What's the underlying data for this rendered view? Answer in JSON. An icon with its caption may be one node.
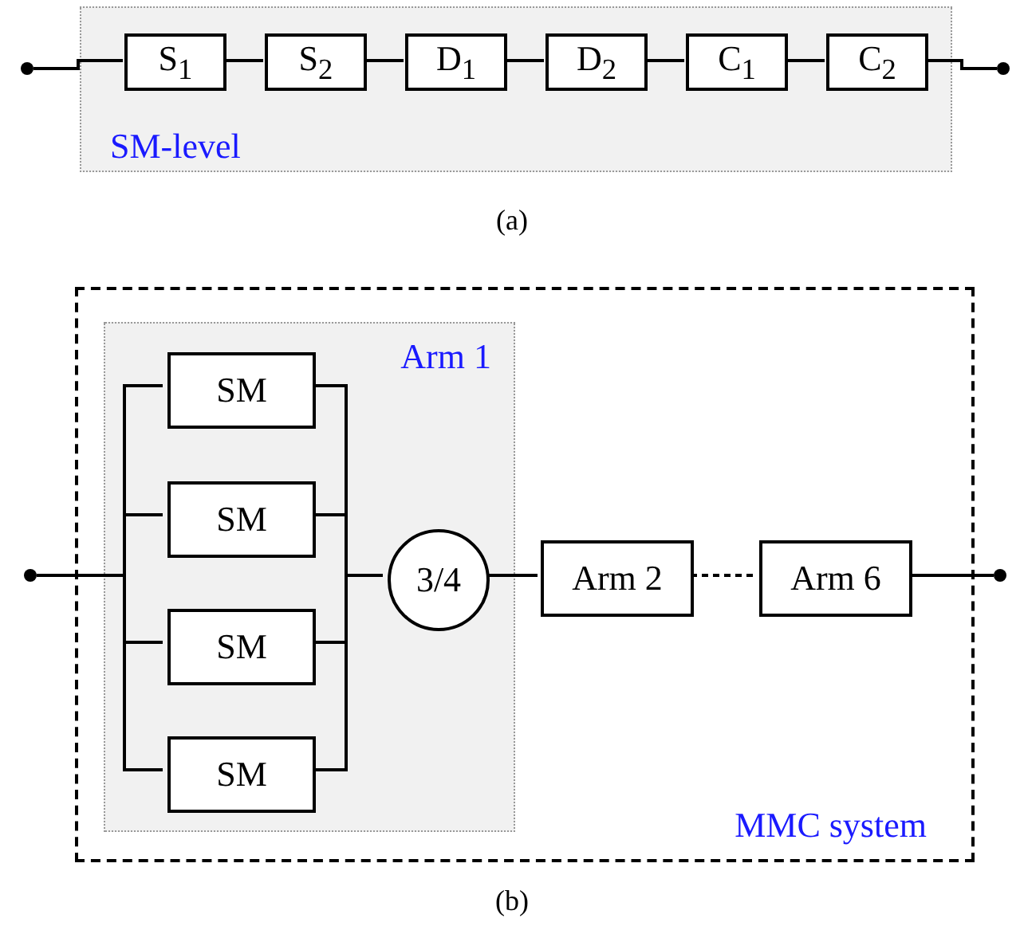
{
  "diagram": {
    "nodes": [
      {
        "text": [],
        "shape": "circle"
      },
      {
        "text": [
          "SM-level"
        ]
      },
      {
        "text": [
          "S$_{1}$"
        ],
        "in": 1
      },
      {
        "text": [
          "S$_{2}$"
        ],
        "in": 1
      },
      {
        "text": [
          "D$_{1}$"
        ],
        "in": 1
      },
      {
        "text": [
          "D$_{2}$"
        ],
        "in": 1
      },
      {
        "text": [
          "C$_{1}$"
        ],
        "in": 1
      },
      {
        "text": [
          "C$_{2}$"
        ],
        "in": 1
      },
      {
        "text": [],
        "shape": "circle"
      },
      {
        "text": [
          "MMC system"
        ]
      },
      {
        "text": [],
        "shape": "circle"
      },
      {
        "text": [
          "Arm 1"
        ],
        "in": 9
      },
      {
        "text": [
          "SM"
        ],
        "in": 11
      },
      {
        "text": [
          "SM"
        ],
        "in": 11
      },
      {
        "text": [
          "SM"
        ],
        "in": 11
      },
      {
        "text": [
          "SM"
        ],
        "in": 11
      },
      {
        "text": [
          "3/4"
        ],
        "in": 11
      },
      {
        "text": [
          "Arm 2"
        ],
        "in": 9
      },
      {
        "text": [
          "Arm 6"
        ],
        "in": 9
      },
      {
        "text": [],
        "shape": "circle"
      }
    ],
    "edges": [
      {
        "from": 0,
        "to": 2,
        "arrow": "none"
      },
      {
        "from": 2,
        "to": 3,
        "arrow": "none"
      },
      {
        "from": 3,
        "to": 4,
        "arrow": "none"
      },
      {
        "from": 4,
        "to": 5,
        "arrow": "none"
      },
      {
        "from": 5,
        "to": 6,
        "arrow": "none"
      },
      {
        "from": 6,
        "to": 7,
        "arrow": "none"
      },
      {
        "from": 7,
        "to": 8,
        "arrow": "none"
      },
      {
        "from": 10,
        "to": 12,
        "arrow": "none"
      },
      {
        "from": 10,
        "to": 13,
        "arrow": "none"
      },
      {
        "from": 10,
        "to": 14,
        "arrow": "none"
      },
      {
        "from": 10,
        "to": 15,
        "arrow": "none"
      },
      {
        "from": 12,
        "to": 16,
        "arrow": "none"
      },
      {
        "from": 13,
        "to": 16,
        "arrow": "none"
      },
      {
        "from": 14,
        "to": 16,
        "arrow": "none"
      },
      {
        "from": 15,
        "to": 16,
        "arrow": "none"
      },
      {
        "from": 16,
        "to": 17,
        "arrow": "none"
      },
      {
        "from": 17,
        "to": 18,
        "arrow": "none",
        "style": "dashed"
      },
      {
        "from": 18,
        "to": 19,
        "arrow": "none"
      }
    ],
    "labels": [
      "(a)",
      "(b)"
    ]
  }
}
